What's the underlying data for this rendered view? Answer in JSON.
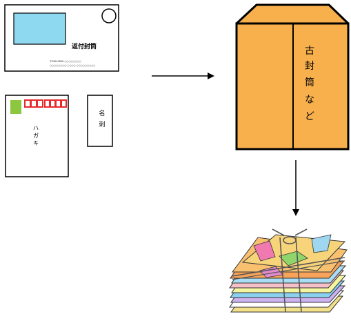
{
  "envelope": {
    "label": "返付封筒",
    "lines": [
      "〒000-0000 ○○○○○○○○",
      "○○○○○○○○ ○○○○ ○○○○○○○○○"
    ]
  },
  "postcard": {
    "text_vertical": [
      "ハ",
      "ガ",
      "キ"
    ]
  },
  "business_card": {
    "text_vertical": [
      "名",
      "刺"
    ]
  },
  "box": {
    "label_vertical": [
      "古",
      "封",
      "筒",
      "な",
      "ど"
    ]
  },
  "colors": {
    "box_fill": "#F7B04C",
    "outline": "#000000",
    "window_fill": "#8FD9F0",
    "stamp_green": "#8DC63F",
    "postcode_red": "#E8282A"
  },
  "icons": [
    "arrow-right-icon",
    "arrow-down-icon",
    "bundled-paper-stack-icon"
  ]
}
